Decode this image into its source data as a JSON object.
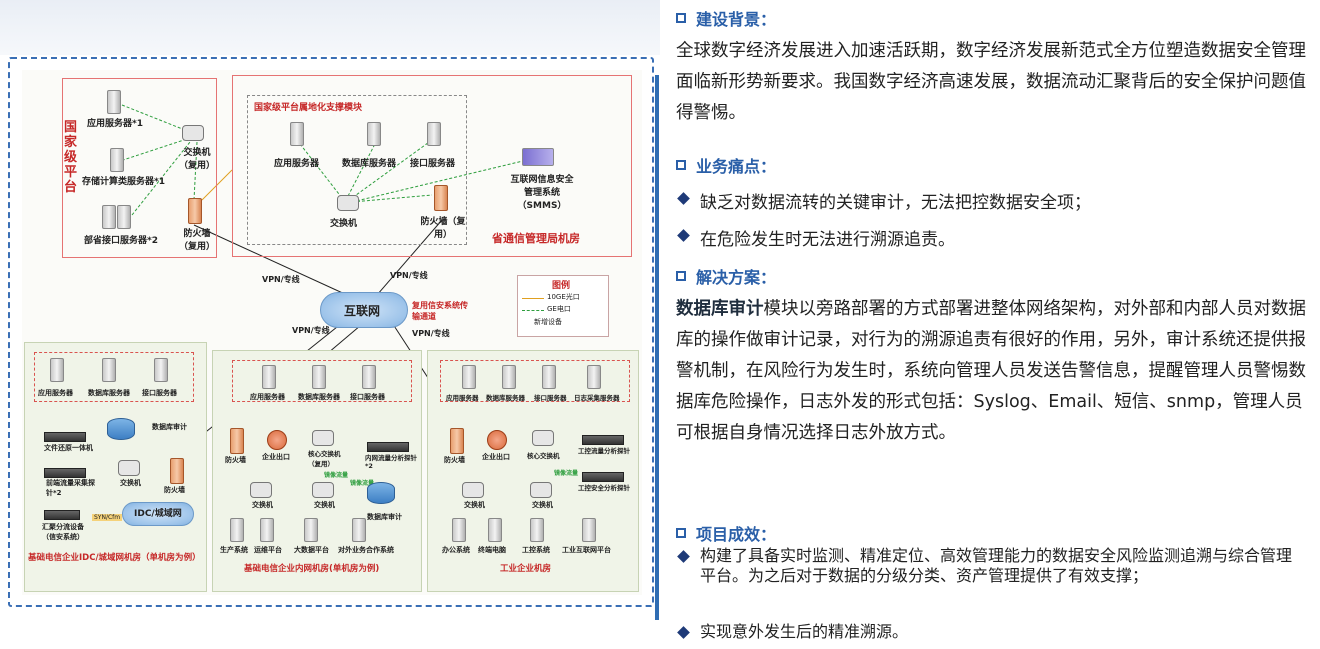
{
  "diagram": {
    "national": {
      "side_title": "国家级平台",
      "app_server": "应用服务器*1",
      "storage_server": "存储计算类服务器*1",
      "interface_server": "部省接口服务器*2",
      "switch": "交换机（复用）",
      "firewall": "防火墙（复用）"
    },
    "provincial": {
      "module_title": "国家级平台属地化支撑模块",
      "app_server": "应用服务器",
      "db_server": "数据库服务器",
      "interface_server": "接口服务器",
      "switch": "交换机",
      "firewall": "防火墙（复用）",
      "smms": "互联网信息安全管理系统（SMMS）",
      "room": "省通信管理局机房"
    },
    "internet": {
      "label": "互联网",
      "vpn": "VPN/专线",
      "reuse": "复用信安系统传输通道"
    },
    "legend": {
      "title": "图例",
      "items": [
        "10GE光口",
        "GE电口",
        "新增设备"
      ],
      "colors": [
        "#e0a020",
        "#2e9e3e",
        "#c8a000"
      ]
    },
    "idc": {
      "app": "应用服务器",
      "db": "数据库服务器",
      "iface": "接口服务器",
      "audit": "数据库审计",
      "filter": "文件还原一体机",
      "collect": "前端流量采集探针*2",
      "switch": "交换机",
      "firewall": "防火墙",
      "shunt": "汇聚分流设备（信安系统）",
      "idc_label": "IDC/城域网",
      "room": "基础电信企业IDC/城域网机房（单机房为例）",
      "tag": "SYN/Cfm"
    },
    "telecom": {
      "app": "应用服务器",
      "db": "数据库服务器",
      "iface": "接口服务器",
      "firewall": "防火墙",
      "exit": "企业出口",
      "core": "核心交换机（复用）",
      "probe": "内网流量分析探针*2",
      "switch1": "交换机",
      "switch2": "交换机",
      "audit": "数据库审计",
      "biz": [
        "生产系统",
        "运维平台",
        "大数据平台",
        "对外业务合作系统"
      ],
      "flow1": "镜像流量",
      "flow2": "镜像流量",
      "room": "基础电信企业内网机房(单机房为例)"
    },
    "industry": {
      "app": "应用服务器",
      "db": "数据库服务器",
      "iface": "接口服务器",
      "log": "日志采集服务器",
      "firewall": "防火墙",
      "exit": "企业出口",
      "core": "核心交换机",
      "probe": "工控流量分析探针",
      "safety": "工控安全分析探针",
      "switch1": "交换机",
      "switch2": "交换机",
      "biz": [
        "办公系统",
        "终端电脑",
        "工控系统",
        "工业互联网平台"
      ],
      "flow": "镜像流量",
      "room": "工业企业机房"
    }
  },
  "text": {
    "s1_title": "建设背景：",
    "s1_body": "全球数字经济发展进入加速活跃期，数字经济发展新范式全方位塑造数据安全管理面临新形势新要求。我国数字经济高速发展，数据流动汇聚背后的安全保护问题值得警惕。",
    "s2_title": "业务痛点：",
    "s2_b1": "缺乏对数据流转的关键审计，无法把控数据安全项；",
    "s2_b2": "在危险发生时无法进行溯源追责。",
    "s3_title": "解决方案：",
    "s3_hl": "数据库审计",
    "s3_body": "模块以旁路部署的方式部署进整体网络架构，对外部和内部人员对数据库的操作做审计记录，对行为的溯源追责有很好的作用，另外，审计系统还提供报警机制，在风险行为发生时，系统向管理人员发送告警信息，提醒管理人员警惕数据库危险操作，日志外发的形式包括：Syslog、Email、短信、snmp，管理人员可根据自身情况选择日志外放方式。",
    "s4_title": "项目成效：",
    "s4_b1": "构建了具备实时监测、精准定位、高效管理能力的数据安全风险监测追溯与综合管理平台。为之后对于数据的分级分类、资产管理提供了有效支撑；",
    "s4_b2": "实现意外发生后的精准溯源。"
  }
}
